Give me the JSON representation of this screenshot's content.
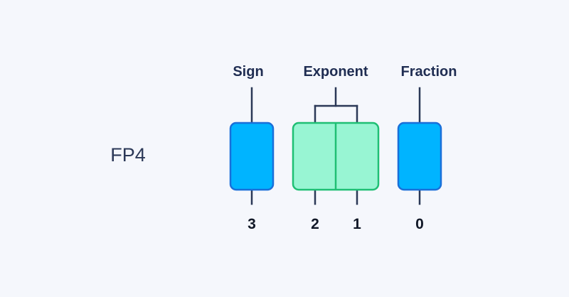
{
  "format_name": "FP4",
  "fields": {
    "sign": {
      "label": "Sign",
      "bits": [
        "3"
      ]
    },
    "exponent": {
      "label": "Exponent",
      "bits": [
        "2",
        "1"
      ]
    },
    "fraction": {
      "label": "Fraction",
      "bits": [
        "0"
      ]
    }
  },
  "colors": {
    "background": "#f5f7fc",
    "text": "#1f2d52",
    "line": "#2b3857",
    "sign_fraction_fill": "#00b4ff",
    "sign_fraction_stroke": "#1a6fd9",
    "exponent_fill": "#98f5d3",
    "exponent_stroke": "#1fbf74"
  }
}
